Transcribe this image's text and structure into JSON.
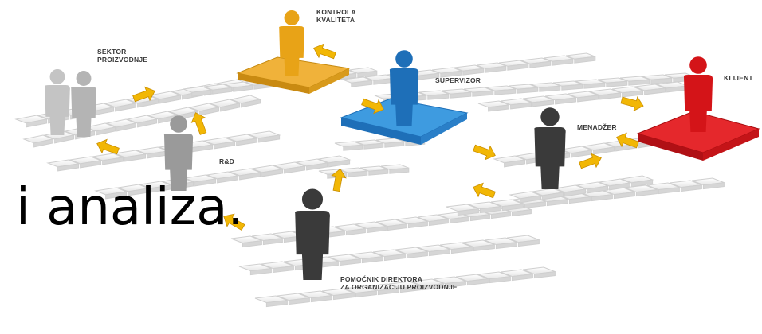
{
  "roles": {
    "kontrola": {
      "line1": "KONTROLA",
      "line2": "KVALITETA",
      "color": "#E8A317"
    },
    "sektor": {
      "line1": "SEKTOR",
      "line2": "PROIZVODNJE",
      "color": "#BEBEBE"
    },
    "supervizor": {
      "label": "SUPERVIZOR",
      "color": "#1E6FB8"
    },
    "klijent": {
      "label": "KLIJENT",
      "color": "#D41418"
    },
    "menadzer": {
      "label": "MENADŽER",
      "color": "#3A3A3A"
    },
    "rd": {
      "label": "R&D",
      "color": "#9A9A9A"
    },
    "pomocnik": {
      "line1": "POMOĆNIK DIREKTORA",
      "line2": "ZA ORGANIZACIJU PROIZVODNJE",
      "color": "#3A3A3A"
    }
  },
  "overlay_text": "i analiza.",
  "colors": {
    "arrow": "#F2B705",
    "tile": "#F4F4F4",
    "tile_edge": "#CFCFCF"
  }
}
